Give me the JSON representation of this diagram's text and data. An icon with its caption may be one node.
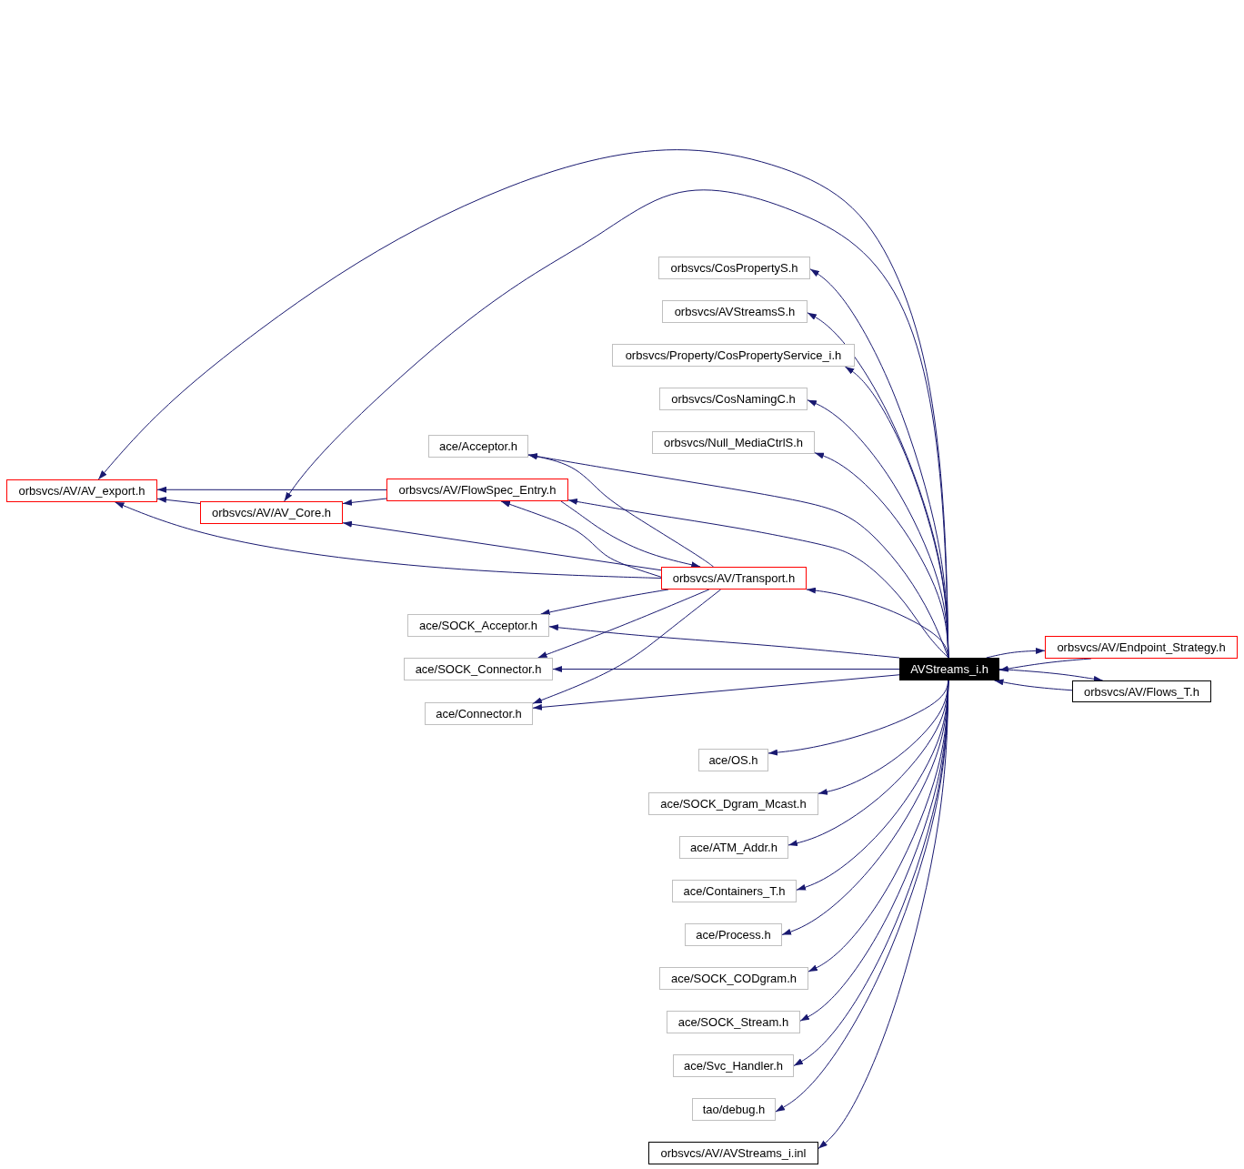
{
  "diagram": {
    "nodes": [
      {
        "text": [
          "orbsvcs/CosPropertyS.h"
        ]
      },
      {
        "text": [
          "orbsvcs/AVStreamsS.h"
        ]
      },
      {
        "text": [
          "orbsvcs/Property/CosPropertyService_i.h"
        ]
      },
      {
        "text": [
          "orbsvcs/CosNamingC.h"
        ]
      },
      {
        "text": [
          "orbsvcs/Null_MediaCtrlS.h"
        ]
      },
      {
        "text": [
          "ace/Acceptor.h"
        ]
      },
      {
        "text": [
          "orbsvcs/AV/AV_export.h"
        ]
      },
      {
        "text": [
          "orbsvcs/AV/FlowSpec_Entry.h"
        ]
      },
      {
        "text": [
          "orbsvcs/AV/AV_Core.h"
        ]
      },
      {
        "text": [
          "orbsvcs/AV/Transport.h"
        ]
      },
      {
        "text": [
          "ace/SOCK_Acceptor.h"
        ]
      },
      {
        "text": [
          "orbsvcs/AV/Endpoint_Strategy.h"
        ]
      },
      {
        "text": [
          "ace/SOCK_Connector.h"
        ]
      },
      {
        "text": [
          "AVStreams_i.h"
        ]
      },
      {
        "text": [
          "orbsvcs/AV/Flows_T.h"
        ]
      },
      {
        "text": [
          "ace/Connector.h"
        ]
      },
      {
        "text": [
          "ace/OS.h"
        ]
      },
      {
        "text": [
          "ace/SOCK_Dgram_Mcast.h"
        ]
      },
      {
        "text": [
          "ace/ATM_Addr.h"
        ]
      },
      {
        "text": [
          "ace/Containers_T.h"
        ]
      },
      {
        "text": [
          "ace/Process.h"
        ]
      },
      {
        "text": [
          "ace/SOCK_CODgram.h"
        ]
      },
      {
        "text": [
          "ace/SOCK_Stream.h"
        ]
      },
      {
        "text": [
          "ace/Svc_Handler.h"
        ]
      },
      {
        "text": [
          "tao/debug.h"
        ]
      },
      {
        "text": [
          "orbsvcs/AV/AVStreams_i.inl"
        ]
      }
    ],
    "edges": [
      {
        "from": 13,
        "to": 6,
        "arrow": "to"
      },
      {
        "from": 13,
        "to": 8,
        "arrow": "to"
      },
      {
        "from": 13,
        "to": 0,
        "arrow": "to"
      },
      {
        "from": 13,
        "to": 1,
        "arrow": "to"
      },
      {
        "from": 13,
        "to": 2,
        "arrow": "to"
      },
      {
        "from": 13,
        "to": 3,
        "arrow": "to"
      },
      {
        "from": 13,
        "to": 4,
        "arrow": "to"
      },
      {
        "from": 13,
        "to": 5,
        "arrow": "to"
      },
      {
        "from": 13,
        "to": 7,
        "arrow": "to"
      },
      {
        "from": 13,
        "to": 9,
        "arrow": "to"
      },
      {
        "from": 13,
        "to": 10,
        "arrow": "to"
      },
      {
        "from": 13,
        "to": 12,
        "arrow": "to"
      },
      {
        "from": 13,
        "to": 15,
        "arrow": "to"
      },
      {
        "from": 13,
        "to": 11,
        "arrow": "to"
      },
      {
        "from": 13,
        "to": 14,
        "arrow": "to"
      },
      {
        "from": 13,
        "to": 16,
        "arrow": "to"
      },
      {
        "from": 13,
        "to": 17,
        "arrow": "to"
      },
      {
        "from": 13,
        "to": 18,
        "arrow": "to"
      },
      {
        "from": 13,
        "to": 19,
        "arrow": "to"
      },
      {
        "from": 13,
        "to": 20,
        "arrow": "to"
      },
      {
        "from": 13,
        "to": 21,
        "arrow": "to"
      },
      {
        "from": 13,
        "to": 22,
        "arrow": "to"
      },
      {
        "from": 13,
        "to": 23,
        "arrow": "to"
      },
      {
        "from": 13,
        "to": 24,
        "arrow": "to"
      },
      {
        "from": 13,
        "to": 25,
        "arrow": "to"
      },
      {
        "from": 11,
        "to": 13,
        "arrow": "to"
      },
      {
        "from": 14,
        "to": 13,
        "arrow": "to"
      },
      {
        "from": 7,
        "to": 6,
        "arrow": "to"
      },
      {
        "from": 7,
        "to": 8,
        "arrow": "to"
      },
      {
        "from": 8,
        "to": 6,
        "arrow": "to"
      },
      {
        "from": 9,
        "to": 6,
        "arrow": "to"
      },
      {
        "from": 9,
        "to": 8,
        "arrow": "to"
      },
      {
        "from": 9,
        "to": 7,
        "arrow": "to"
      },
      {
        "from": 7,
        "to": 9,
        "arrow": "to"
      },
      {
        "from": 9,
        "to": 5,
        "arrow": "to"
      },
      {
        "from": 9,
        "to": 10,
        "arrow": "to"
      },
      {
        "from": 9,
        "to": 12,
        "arrow": "to"
      },
      {
        "from": 9,
        "to": 15,
        "arrow": "to"
      }
    ]
  }
}
